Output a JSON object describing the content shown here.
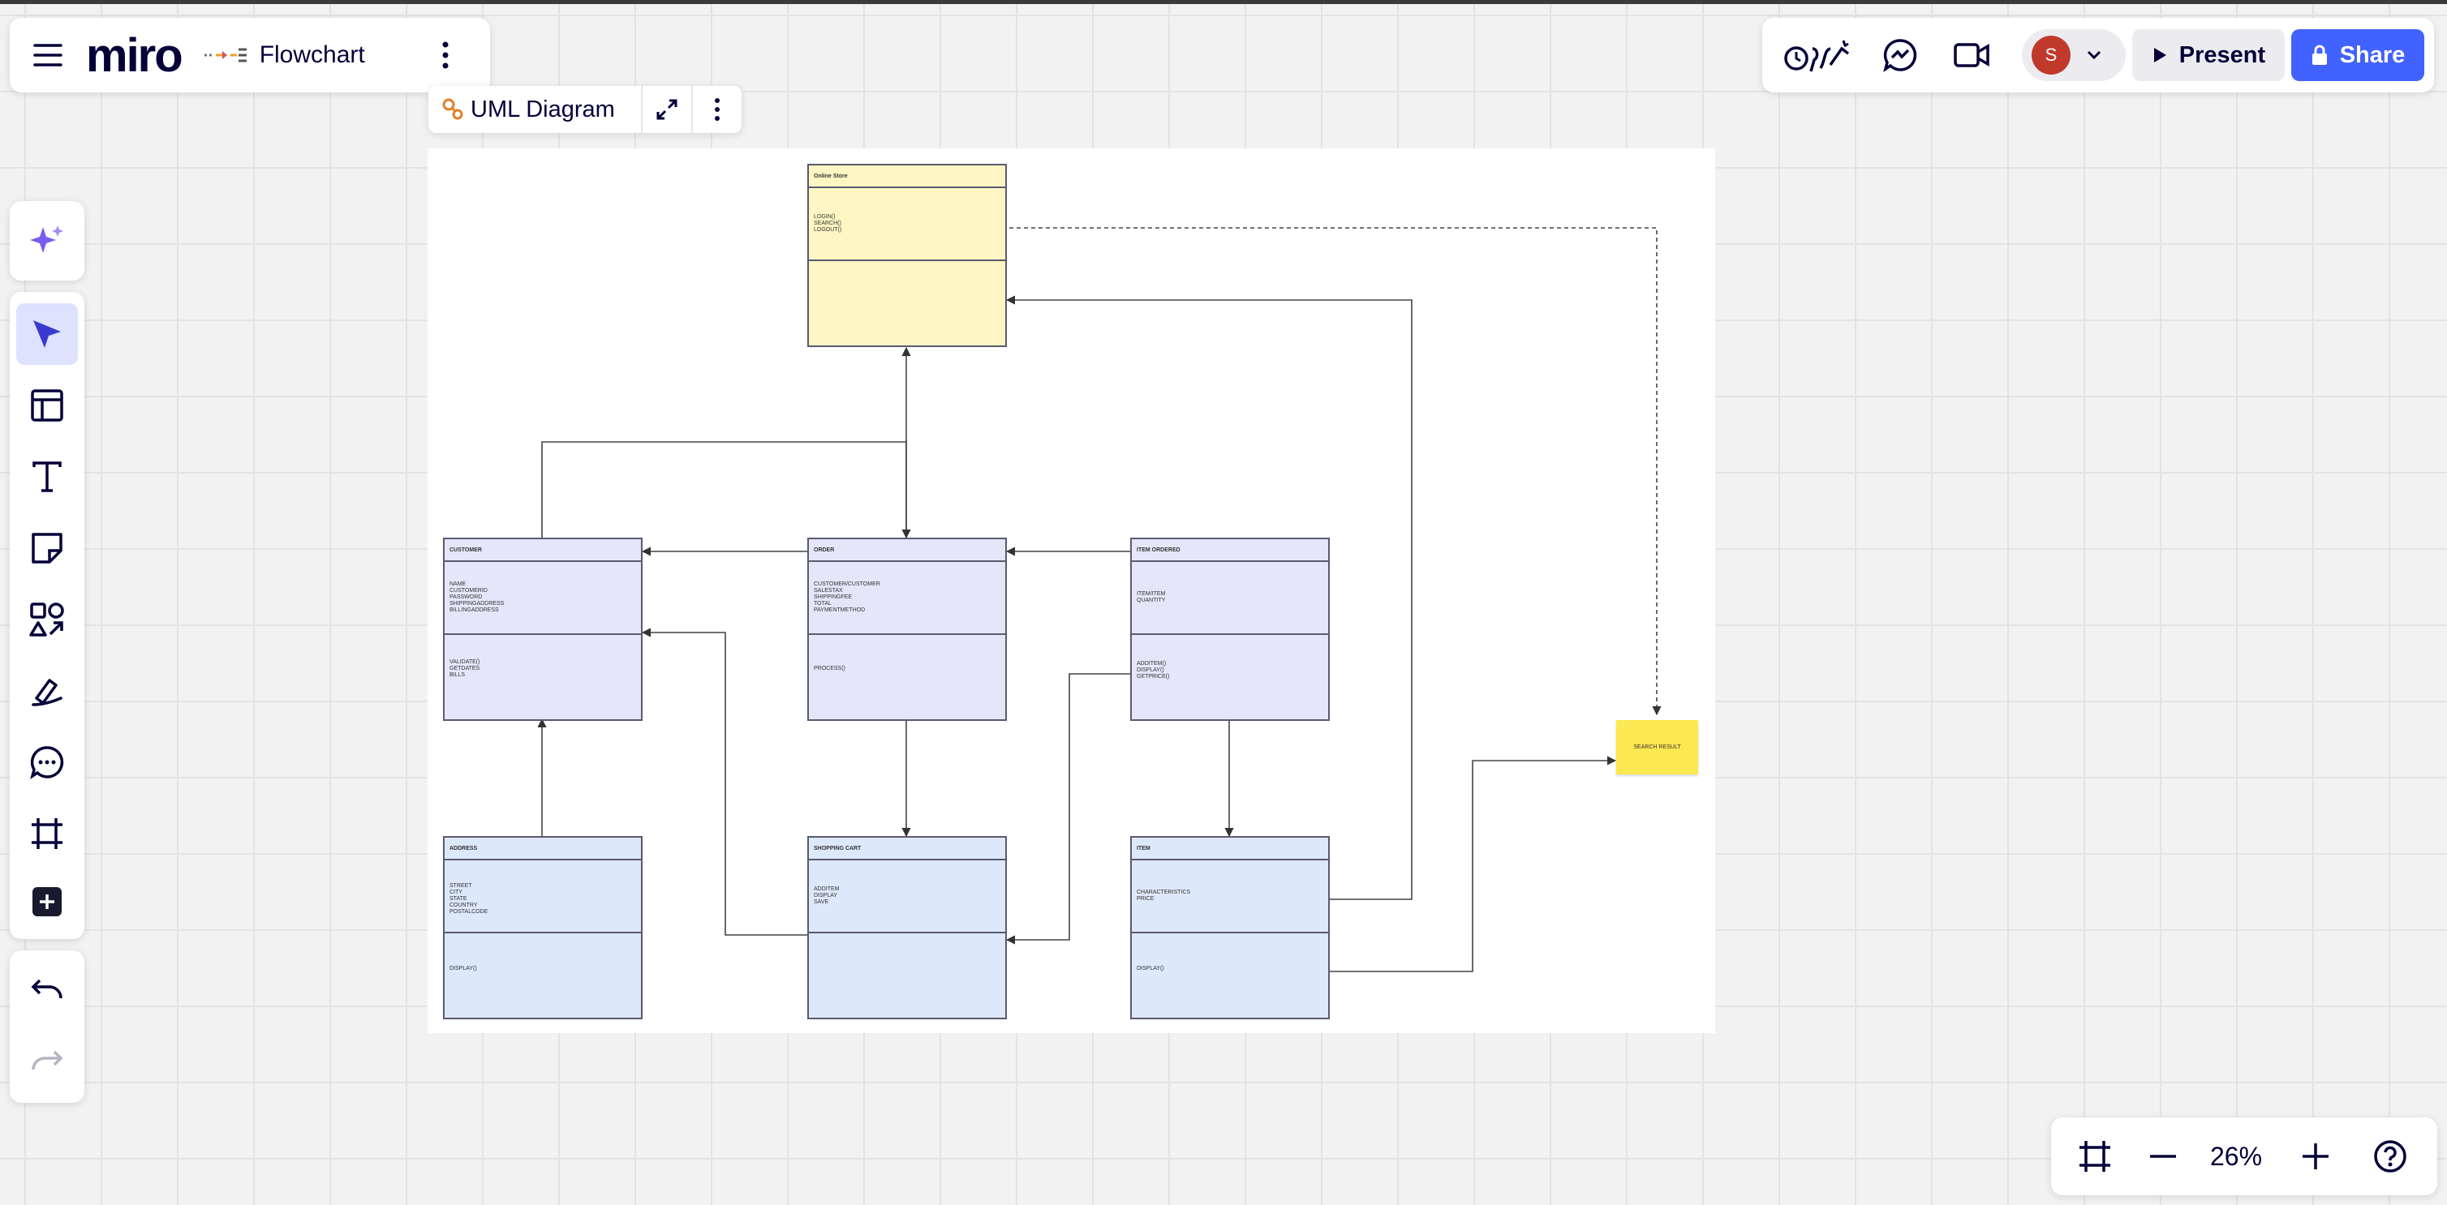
{
  "app": {
    "logo": "miro",
    "board_title": "Flowchart"
  },
  "frame": {
    "label": "UML Diagram"
  },
  "header": {
    "present_label": "Present",
    "share_label": "Share",
    "avatar_initial": "S"
  },
  "zoom": {
    "value": "26%"
  },
  "colors": {
    "accent": "#4262ff",
    "avatar": "#c1392b",
    "sticky": "#fce850",
    "class_yellow": "#fff6c4",
    "class_purple": "#e6e6fa",
    "class_blue": "#dde8fa"
  },
  "icons": [
    "menu-icon",
    "flowchart-icon",
    "more-icon",
    "expand-icon",
    "reactions-icon",
    "chat-icon",
    "video-icon",
    "chevron-down-icon",
    "play-icon",
    "lock-icon",
    "sparkle-icon",
    "cursor-icon",
    "templates-icon",
    "text-icon",
    "sticky-note-icon",
    "shapes-icon",
    "pen-icon",
    "comment-icon",
    "frame-icon",
    "plus-icon",
    "undo-icon",
    "redo-icon",
    "fit-icon",
    "minus-icon",
    "help-icon"
  ],
  "diagram": {
    "online_store": {
      "name": "Online Store",
      "attrs": "LOGIN()\nSEARCH()\nLOGOUT()",
      "ops": ""
    },
    "customer": {
      "name": "CUSTOMER",
      "attrs": "NAME\nCUSTOMERID\nPASSWORD\nSHIPPINGADDRESS\nBILLINGADDRESS",
      "ops": "VALIDATE()\nGETDATES\nBILLS"
    },
    "order": {
      "name": "ORDER",
      "attrs": "CUSTOMER/CUSTOMER\nSALESTAX\nSHIPPINGFEE\nTOTAL\nPAYMENTMETHOD",
      "ops": "PROCESS()"
    },
    "item_ordered": {
      "name": "ITEM ORDERED",
      "attrs": "ITEM/ITEM\nQUANTITY",
      "ops": "ADDITEM()\nDISPLAY()\nGETPRICE()"
    },
    "address": {
      "name": "ADDRESS",
      "attrs": "STREET\nCITY\nSTATE\nCOUNTRY\nPOSTALCODE",
      "ops": "DISPLAY()"
    },
    "shopping_cart": {
      "name": "SHOPPING CART",
      "attrs": "ADDITEM\nDISPLAY\nSAVE",
      "ops": ""
    },
    "item": {
      "name": "ITEM",
      "attrs": "CHARACTERISTICS\nPRICE",
      "ops": "DISPLAY()"
    },
    "search_result": "SEARCH RESULT"
  }
}
